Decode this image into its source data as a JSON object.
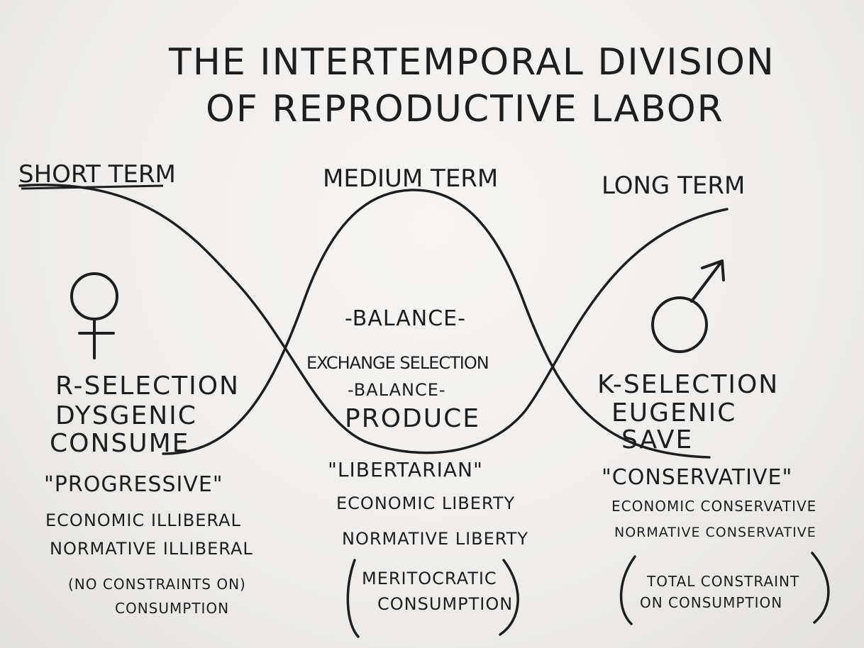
{
  "title": {
    "line1": "THE INTERTEMPORAL DIVISION",
    "line2": "OF REPRODUCTIVE LABOR"
  },
  "terms": {
    "short": "SHORT TERM",
    "medium": "MEDIUM TERM",
    "long": "LONG TERM"
  },
  "left": {
    "symbol": "♀",
    "symbol_name": "female-symbol",
    "selection": "R-SELECTION",
    "trait": "DYSGENIC",
    "action": "CONSUME",
    "label": "\"PROGRESSIVE\"",
    "economic": "ECONOMIC ILLIBERAL",
    "normative": "NORMATIVE ILLIBERAL",
    "note_line1": "(NO CONSTRAINTS ON)",
    "note_line2": "CONSUMPTION"
  },
  "center": {
    "balance_top": "-BALANCE-",
    "exchange": "EXCHANGE SELECTION",
    "balance_mid": "-BALANCE-",
    "action": "PRODUCE",
    "label": "\"LIBERTARIAN\"",
    "economic": "ECONOMIC LIBERTY",
    "normative": "NORMATIVE LIBERTY",
    "note_line1": "MERITOCRATIC",
    "note_line2": "CONSUMPTION"
  },
  "right": {
    "symbol": "♂",
    "symbol_name": "male-symbol",
    "selection": "K-SELECTION",
    "trait": "EUGENIC",
    "action": "SAVE",
    "label": "\"CONSERVATIVE\"",
    "economic": "ECONOMIC CONSERVATIVE",
    "normative": "NORMATIVE CONSERVATIVE",
    "note_line1": "TOTAL CONSTRAINT",
    "note_line2": "ON CONSUMPTION"
  },
  "colors": {
    "ink": "#1e1e1e",
    "board": "#f2f1ef"
  }
}
